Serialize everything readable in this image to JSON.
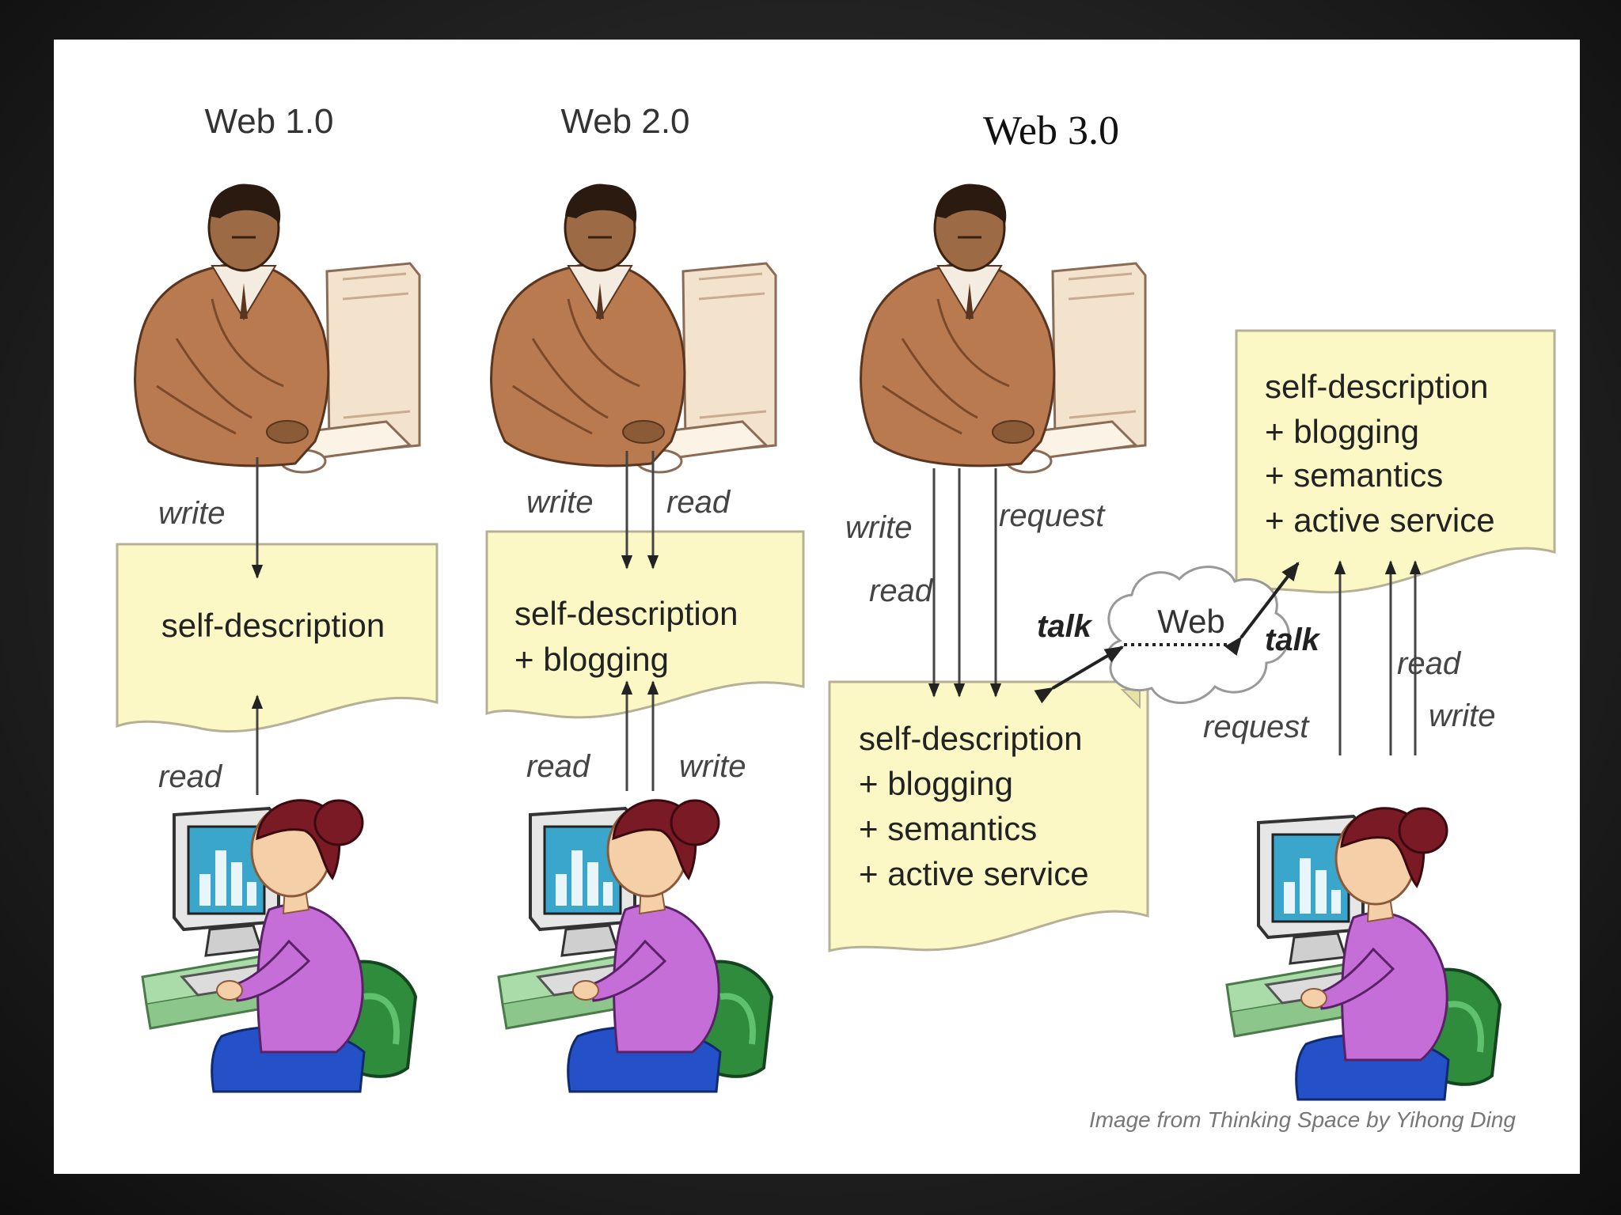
{
  "titles": {
    "web1": "Web 1.0",
    "web2": "Web 2.0",
    "web3": "Web 3.0"
  },
  "actions": {
    "write": "write",
    "read": "read",
    "request": "request",
    "talk": "talk"
  },
  "cloud_label": "Web",
  "boxes": {
    "web1": [
      "self-description"
    ],
    "web2": [
      "self-description",
      "+ blogging"
    ],
    "web3_left": [
      "self-description",
      "+ blogging",
      "+ semantics",
      "+ active service"
    ],
    "web3_right": [
      "self-description",
      "+ blogging",
      "+ semantics",
      "+ active service"
    ]
  },
  "credit": "Image from Thinking Space by Yihong Ding",
  "colors": {
    "note_fill": "#fbf8c6",
    "note_stroke": "#b5b096",
    "panel": "#ffffff",
    "man_suit": "#b87a4e",
    "woman_top": "#c66ed8",
    "woman_hair": "#7a1a24",
    "chair": "#2e8c3c",
    "monitor_screen": "#3aa6cc"
  }
}
